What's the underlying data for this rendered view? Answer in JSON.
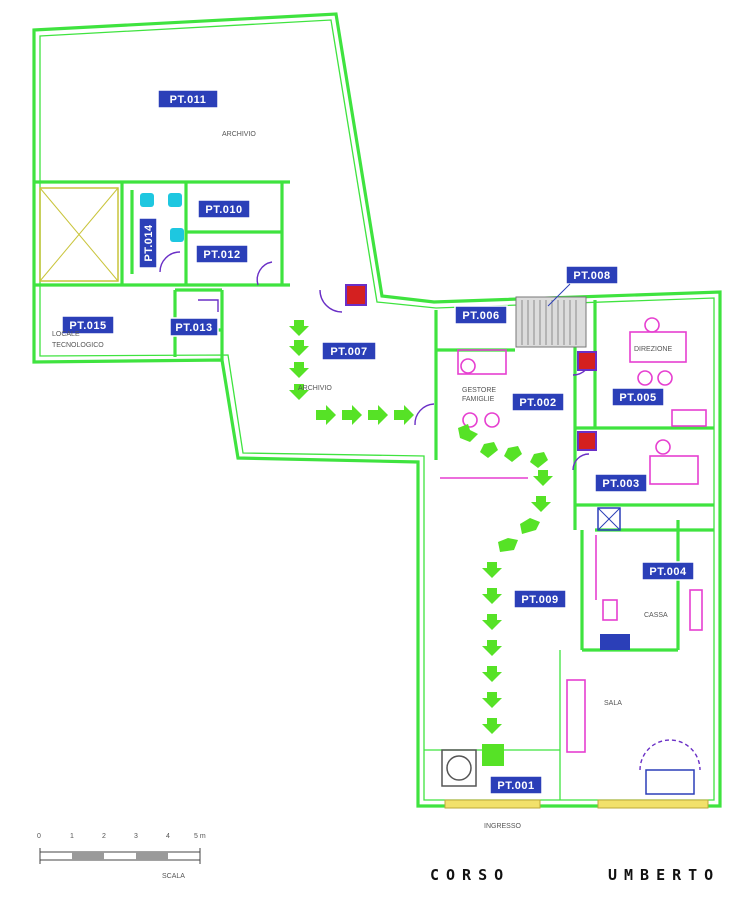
{
  "rooms": {
    "pt011": "PT.011",
    "pt010": "PT.010",
    "pt014": "PT.014",
    "pt012": "PT.012",
    "pt013": "PT.013",
    "pt015": "PT.015",
    "pt007": "PT.007",
    "pt006": "PT.006",
    "pt008": "PT.008",
    "pt002": "PT.002",
    "pt005": "PT.005",
    "pt003": "PT.003",
    "pt004": "PT.004",
    "pt009": "PT.009",
    "pt001": "PT.001"
  },
  "labels": {
    "archivio_top": "ARCHIVIO",
    "archivio_mid": "ARCHIVIO",
    "locale_1": "LOCALE",
    "locale_2": "TECNOLOGICO",
    "gestore_1": "GESTORE",
    "gestore_2": "FAMIGLIE",
    "direzione": "DIREZIONE",
    "cassa": "CASSA",
    "sala": "SALA",
    "ingresso": "INGRESSO"
  },
  "scale": {
    "ticks": [
      "0",
      "1",
      "2",
      "3",
      "4",
      "5 m"
    ],
    "caption": "SCALA"
  },
  "street": {
    "word1": "CORSO",
    "word2": "UMBERTO"
  },
  "colors": {
    "walls": "#3fe33f",
    "room_tag": "#2b3fb8",
    "furniture": "#e63fd0",
    "doors": "#6a2fc6",
    "escape_arrows": "#56e226",
    "fire_extinguisher": "#d42020"
  }
}
